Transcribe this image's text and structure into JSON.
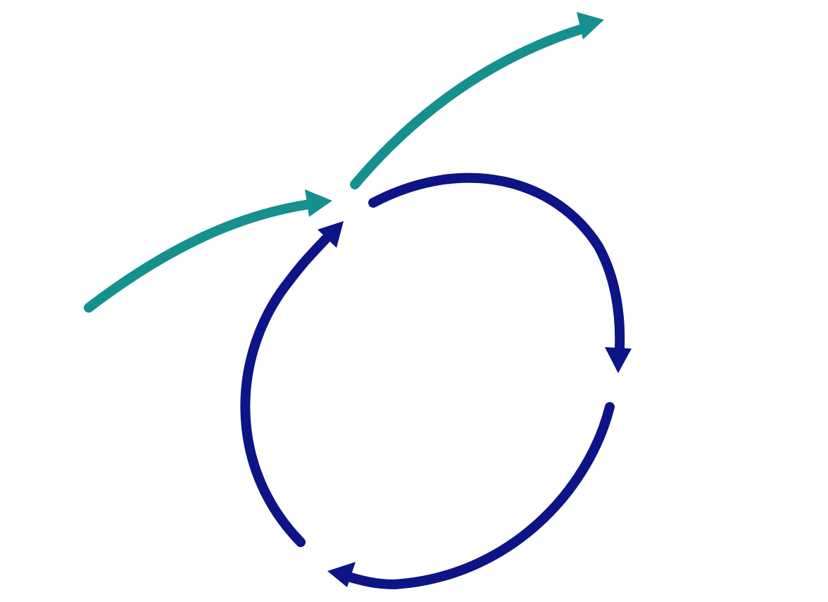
{
  "diagram": {
    "type": "cycle-with-inflow-outflow",
    "colors": {
      "flow": "#16908f",
      "cycle": "#0d1486",
      "background": "#ffffff"
    },
    "flow_arrows": [
      {
        "role": "inflow",
        "direction": "into-cycle"
      },
      {
        "role": "outflow",
        "direction": "out-of-cycle"
      }
    ],
    "cycle_arrows": [
      {
        "role": "cycle-segment",
        "direction": "clockwise"
      },
      {
        "role": "cycle-segment",
        "direction": "clockwise"
      },
      {
        "role": "cycle-segment",
        "direction": "clockwise"
      }
    ],
    "labels": []
  }
}
